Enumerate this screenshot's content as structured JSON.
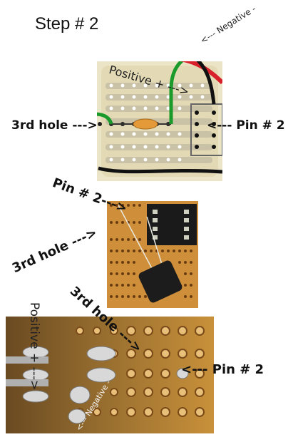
{
  "title": "Step # 2",
  "photo1": {
    "negative_label": "<--- Negative -",
    "positive_label": "Positive + --->",
    "third_hole_label": "3rd hole --->",
    "pin_label": "<--- Pin # 2"
  },
  "photo2": {
    "pin_label": "Pin # 2--->",
    "third_hole_label": "3rd hole --->"
  },
  "photo3": {
    "third_hole_label": "3rd hole --->",
    "positive_label": "Positive + --->",
    "negative_label": "<--- Negative -",
    "pin_label": "<--- Pin # 2"
  }
}
